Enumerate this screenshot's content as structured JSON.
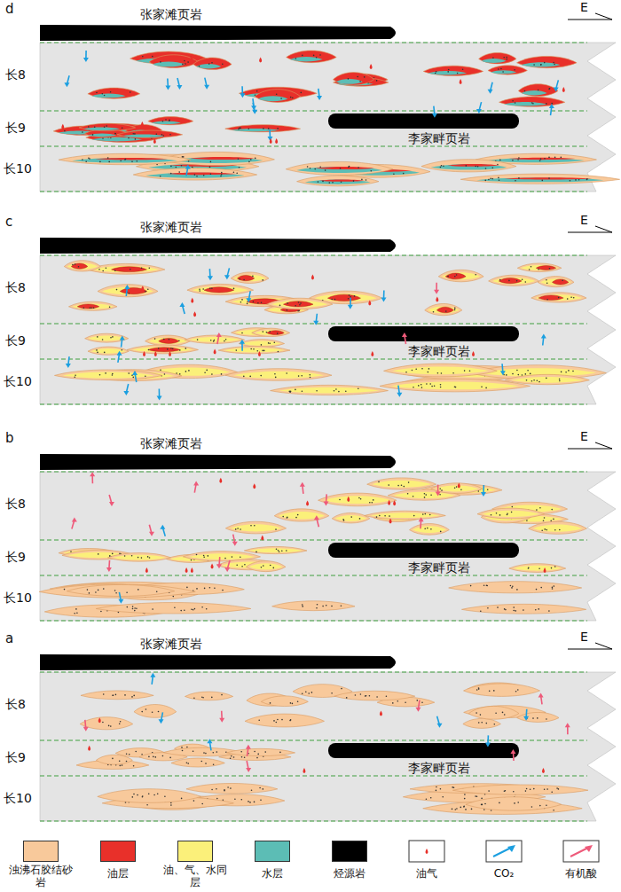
{
  "diagram": {
    "labels": [
      "d",
      "张家滩页岩",
      "E",
      "长8",
      "长9",
      "李家畔页岩",
      "长10",
      "c",
      "张家滩页岩",
      "E",
      "长8",
      "长9",
      "李家畔页岩",
      "长10",
      "b",
      "张家滩页岩",
      "E",
      "长8",
      "长9",
      "李家畔页岩",
      "长10",
      "a",
      "张家滩页岩",
      "E",
      "长8",
      "长9",
      "李家畔页岩",
      "长10"
    ],
    "legend": [
      {
        "text": "浊沸石胶结砂岩",
        "color": "#f8c99b"
      },
      {
        "text": "油层",
        "color": "#e8302a"
      },
      {
        "text": "油、气、水同层",
        "color": "#fbf07a"
      },
      {
        "text": "水层",
        "color": "#5cbdb5"
      },
      {
        "text": "烃源岩",
        "color": "#000000"
      },
      {
        "text": "油气"
      },
      {
        "text": "CO₂"
      },
      {
        "text": "有机酸"
      }
    ]
  }
}
